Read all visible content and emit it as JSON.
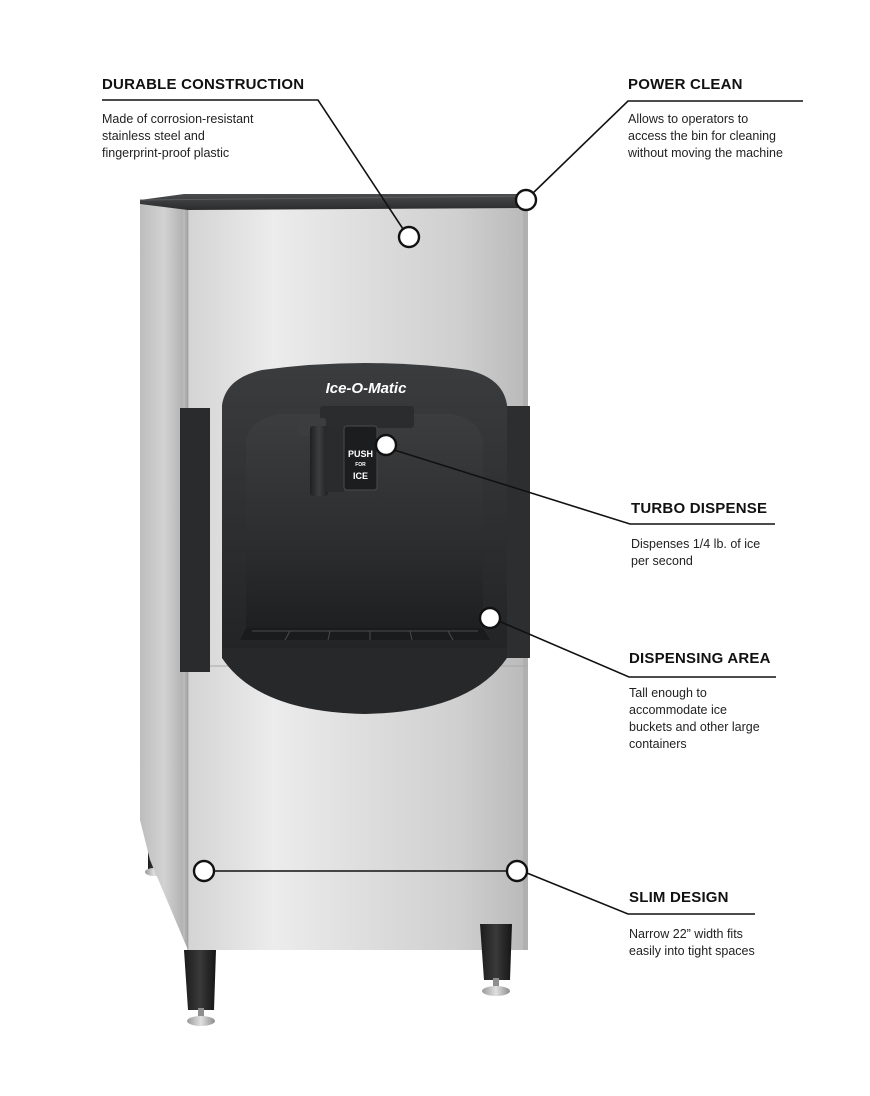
{
  "brand": {
    "logo_text": "Ice-O-Matic",
    "button_lines": [
      "PUSH",
      "FOR",
      "ICE"
    ]
  },
  "callouts": [
    {
      "id": "durable",
      "title": "DURABLE CONSTRUCTION",
      "description": [
        "Made of corrosion-resistant",
        "stainless steel and",
        "fingerprint-proof plastic"
      ]
    },
    {
      "id": "power",
      "title": "POWER CLEAN",
      "description": [
        "Allows to operators to",
        "access the bin for cleaning",
        "without moving the machine"
      ]
    },
    {
      "id": "turbo",
      "title": "TURBO DISPENSE",
      "description": [
        "Dispenses 1/4 lb. of ice",
        "per second"
      ]
    },
    {
      "id": "dispensing",
      "title": "DISPENSING AREA",
      "description": [
        "Tall enough to",
        "accommodate ice",
        "buckets and other large",
        "containers"
      ]
    },
    {
      "id": "slim",
      "title": "SLIM DESIGN",
      "description": [
        "Narrow 22” width fits",
        "easily into tight spaces"
      ]
    }
  ],
  "colors": {
    "steel_light": "#e2e2e2",
    "steel_dark": "#a9a9a9",
    "plastic": "#2f3133",
    "leader_line": "#111111"
  }
}
